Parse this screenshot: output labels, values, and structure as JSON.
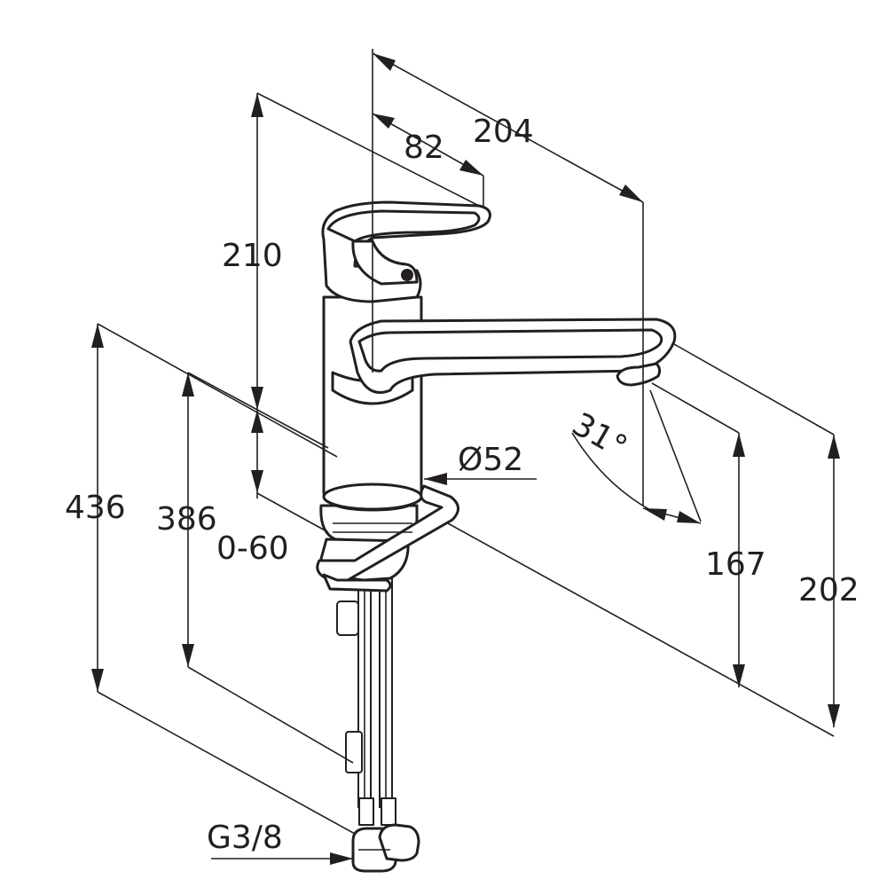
{
  "drawing": {
    "subject": "kitchen-faucet",
    "line_color": "#231f20",
    "background": "#ffffff"
  },
  "dimensions": {
    "spout_reach": "204",
    "lever_offset": "82",
    "body_height": "210",
    "total_height": "436",
    "shank_length": "386",
    "counter_thickness": "0-60",
    "base_diameter": "Ø52",
    "swing_angle": "31°",
    "outlet_height_nozzle": "167",
    "outlet_height_spout": "202",
    "connection_thread": "G3/8"
  }
}
